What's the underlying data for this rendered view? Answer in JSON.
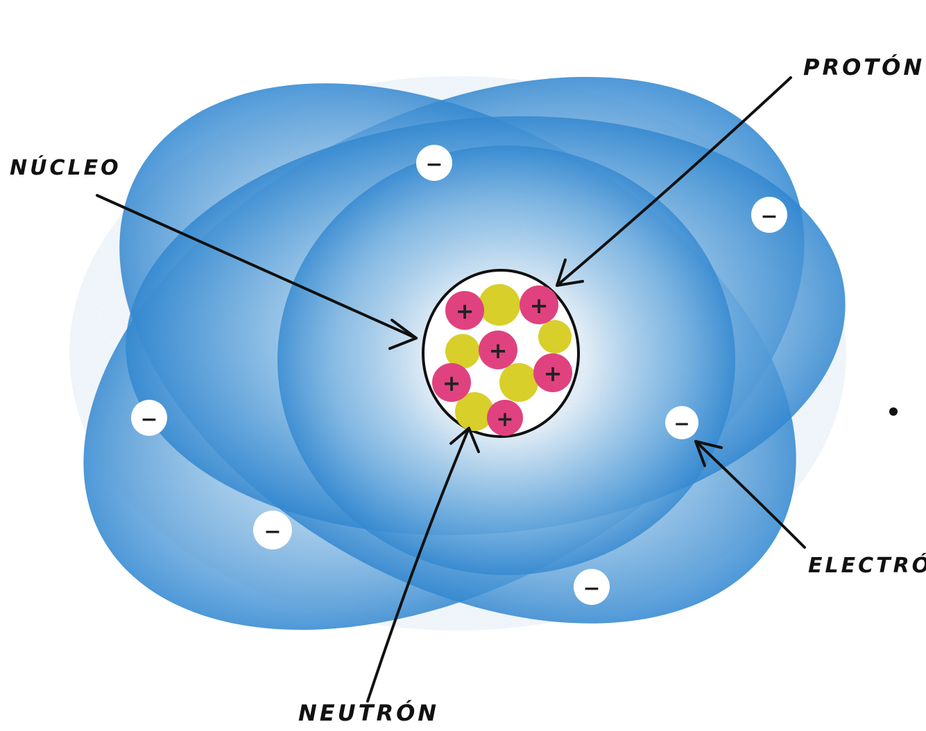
{
  "diagram": {
    "labels": {
      "nucleus": "NÚCLEO",
      "proton": "PROTÓN",
      "neutron": "NEUTRÓN",
      "electron": "ELECTRÓ"
    },
    "proton_symbol": "+",
    "electron_symbol": "−",
    "colors": {
      "cloud_dark": "#2f86d1",
      "cloud_light": "#eaf3fa",
      "proton": "#e0427f",
      "neutron": "#d8cf2a",
      "electron": "#ffffff",
      "outline": "#111111"
    }
  }
}
